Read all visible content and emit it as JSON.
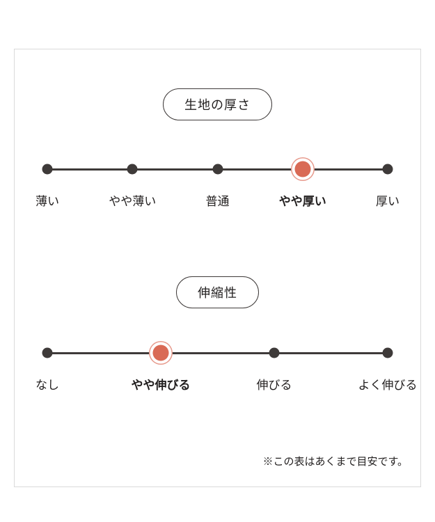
{
  "scales": [
    {
      "title": "生地の厚さ",
      "options": [
        "薄い",
        "やや薄い",
        "普通",
        "やや厚い",
        "厚い"
      ],
      "selected_index": 3,
      "selected_label": "やや厚い"
    },
    {
      "title": "伸縮性",
      "options": [
        "なし",
        "やや伸びる",
        "伸びる",
        "よく伸びる"
      ],
      "selected_index": 1,
      "selected_label": "やや伸びる"
    }
  ],
  "note": "※この表はあくまで目安です。",
  "colors": {
    "dot": "#3e3a39",
    "line": "#3e3a39",
    "selected_dot": "#d96a55",
    "selected_ring": "#e79a8c",
    "frame_border": "#d9d9d9"
  }
}
